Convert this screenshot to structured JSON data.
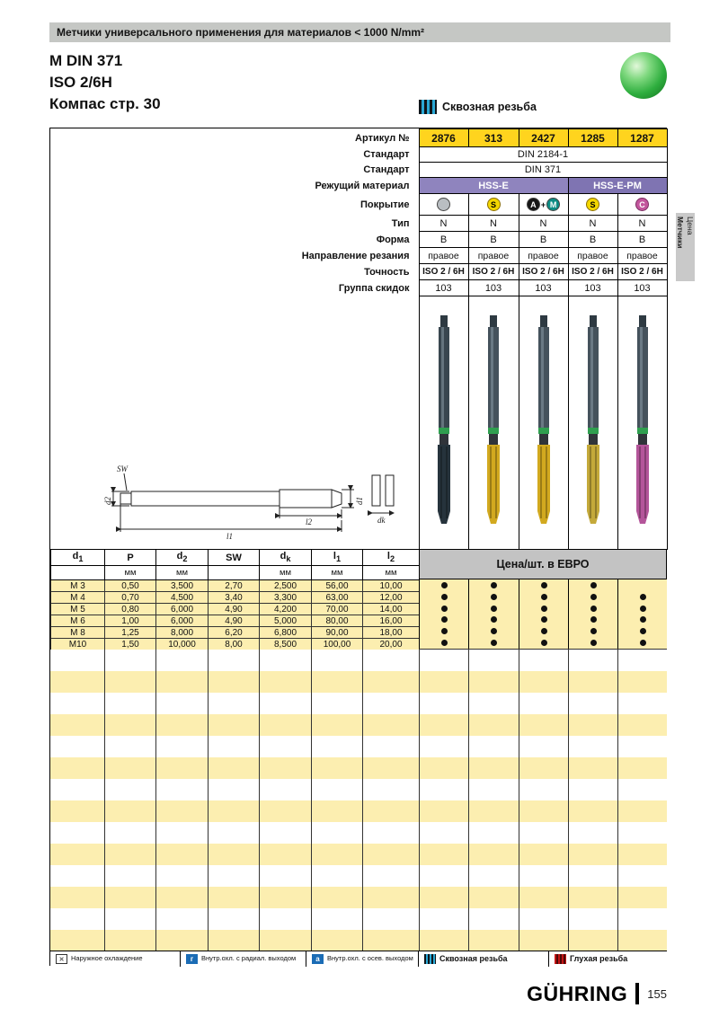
{
  "colors": {
    "article_bg": "#ffd41e",
    "hss_e": "#8f84be",
    "hss_e_pm": "#7f74b2",
    "stripe_yellow": "#fceeb0",
    "bar_gray": "#c5c7c4",
    "price_header_gray": "#c3c3c3",
    "accent_blue": "#1b6cb5",
    "thread_cyan": "#2aa7d4",
    "blind_red": "#c21616",
    "ball_green": "#2eae3e"
  },
  "header": {
    "bar_text": "Метчики универсального применения для материалов < 1000 N/mm²",
    "title_line1": "M DIN 371",
    "title_line2": "ISO 2/6H",
    "title_line3": "Компас стр. 30",
    "thread_type": "Сквозная резьба"
  },
  "side_tab": {
    "line1": "Метчики",
    "line2": "Цена"
  },
  "spec": {
    "labels": {
      "article": "Артикул №",
      "standard1": "Стандарт",
      "standard2": "Стандарт",
      "material": "Режущий материал",
      "coating": "Покрытие",
      "type": "Тип",
      "form": "Форма",
      "direction": "Направление резания",
      "tolerance": "Точность",
      "discount": "Группа скидок"
    },
    "articles": [
      "2876",
      "313",
      "2427",
      "1285",
      "1287"
    ],
    "standard1_value": "DIN 2184-1",
    "standard2_value": "DIN 371",
    "materials": [
      "HSS-E",
      "HSS-E-PM"
    ],
    "coatings": [
      [
        {
          "letter": "",
          "style": "blank"
        }
      ],
      [
        {
          "letter": "S",
          "style": "s"
        }
      ],
      [
        {
          "letter": "A",
          "style": "a"
        },
        {
          "letter": "M",
          "style": "m"
        }
      ],
      [
        {
          "letter": "S",
          "style": "s"
        }
      ],
      [
        {
          "letter": "C",
          "style": "c"
        }
      ]
    ],
    "types": [
      "N",
      "N",
      "N",
      "N",
      "N"
    ],
    "forms": [
      "B",
      "B",
      "B",
      "B",
      "B"
    ],
    "directions": [
      "правое",
      "правое",
      "правое",
      "правое",
      "правое"
    ],
    "tolerances": [
      "ISO 2 / 6H",
      "ISO 2 / 6H",
      "ISO 2 / 6H",
      "ISO 2 / 6H",
      "ISO 2 / 6H"
    ],
    "discounts": [
      "103",
      "103",
      "103",
      "103",
      "103"
    ]
  },
  "drawing": {
    "sw": "SW",
    "d2": "d2",
    "d1": "d1",
    "l1": "l1",
    "l2": "l2",
    "dk": "dk"
  },
  "dimensions": {
    "columns": [
      {
        "b": "d",
        "s": "1"
      },
      {
        "b": "P",
        "s": ""
      },
      {
        "b": "d",
        "s": "2"
      },
      {
        "b": "SW",
        "s": ""
      },
      {
        "b": "d",
        "s": "k"
      },
      {
        "b": "l",
        "s": "1"
      },
      {
        "b": "l",
        "s": "2"
      }
    ],
    "units": [
      "",
      "мм",
      "мм",
      "",
      "мм",
      "мм",
      "мм"
    ],
    "rows": [
      [
        "M 3",
        "0,50",
        "3,500",
        "2,70",
        "2,500",
        "56,00",
        "10,00"
      ],
      [
        "M 4",
        "0,70",
        "4,500",
        "3,40",
        "3,300",
        "63,00",
        "12,00"
      ],
      [
        "M 5",
        "0,80",
        "6,000",
        "4,90",
        "4,200",
        "70,00",
        "14,00"
      ],
      [
        "M 6",
        "1,00",
        "6,000",
        "4,90",
        "5,000",
        "80,00",
        "16,00"
      ],
      [
        "M 8",
        "1,25",
        "8,000",
        "6,20",
        "6,800",
        "90,00",
        "18,00"
      ],
      [
        "M10",
        "1,50",
        "10,000",
        "8,00",
        "8,500",
        "100,00",
        "20,00"
      ]
    ]
  },
  "prices": {
    "header": "Цена/шт. в ЕВРО",
    "dots": [
      [
        true,
        true,
        true,
        true,
        false
      ],
      [
        true,
        true,
        true,
        true,
        true
      ],
      [
        true,
        true,
        true,
        true,
        true
      ],
      [
        true,
        true,
        true,
        true,
        true
      ],
      [
        true,
        true,
        true,
        true,
        true
      ],
      [
        true,
        true,
        true,
        true,
        true
      ]
    ]
  },
  "legend": {
    "items": [
      {
        "key": "external-coolant",
        "icon_letter": "",
        "text": "Наружное охлаждение"
      },
      {
        "key": "radial-coolant",
        "icon_letter": "г",
        "text": "Внутр.охл. с радиал. выходом"
      },
      {
        "key": "axial-coolant",
        "icon_letter": "a",
        "text": "Внутр.охл. с осев. выходом"
      },
      {
        "key": "through-thread",
        "icon_letter": "",
        "text": "Сквозная резьба"
      },
      {
        "key": "blind-thread",
        "icon_letter": "",
        "text": "Глухая резьба"
      }
    ]
  },
  "footer": {
    "brand": "GÜHRING",
    "page_number": "155"
  }
}
